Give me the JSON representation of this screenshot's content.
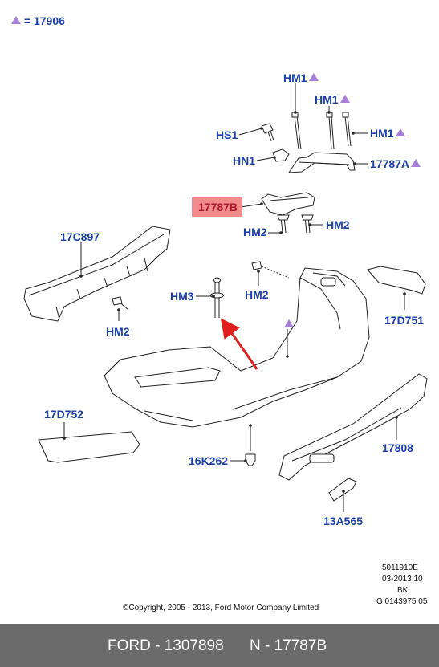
{
  "legend": {
    "symbol": "triangle",
    "text": "= 17906"
  },
  "labels": {
    "hm1_top": "HM1",
    "hm1_mid": "HM1",
    "hm1_right": "HM1",
    "hs1": "HS1",
    "hn1": "HN1",
    "p17787a": "17787A",
    "p17787b": "17787B",
    "hm2_mid": "HM2",
    "hm2_right": "HM2",
    "p17c897": "17C897",
    "hm2_left": "HM2",
    "hm3": "HM3",
    "hm2_center": "HM2",
    "p17d751": "17D751",
    "p17d752": "17D752",
    "p17808": "17808",
    "p16k262": "16K262",
    "p13a565": "13A565"
  },
  "info": {
    "line1": "5011910E",
    "line2": "03-2013 10",
    "line3": "BK",
    "line4": "G 0143975 05"
  },
  "copyright": "©Copyright, 2005 - 2013, Ford Motor Company Limited",
  "footer": {
    "left": "FORD - 1307898",
    "right": "N - 17787B"
  },
  "colors": {
    "label": "#1a3fa6",
    "highlight_bg": "#f28b8b",
    "highlight_text": "#b01830",
    "triangle": "#a87fd6",
    "footer_bg": "#6b6b6b",
    "arrow": "#e01e1e"
  }
}
